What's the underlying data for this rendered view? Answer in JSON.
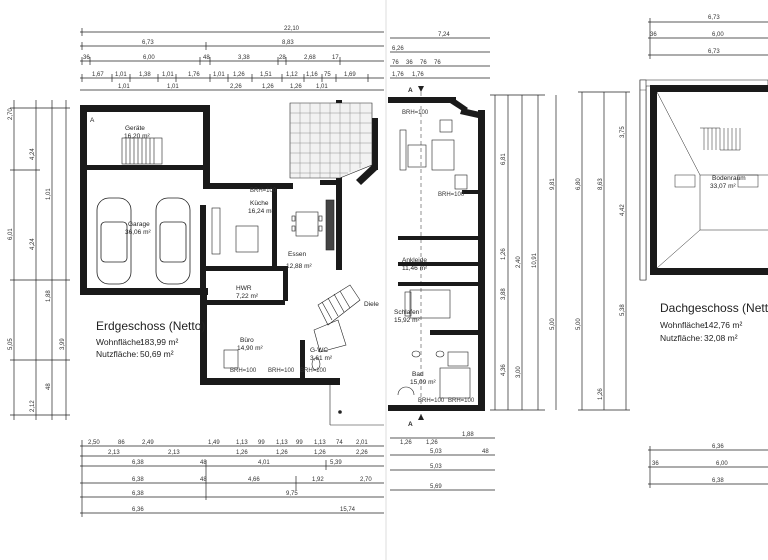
{
  "dims": {
    "top_row1": [
      "22,10"
    ],
    "top_row2": [
      "6,73",
      "8,83"
    ],
    "top_row3": [
      "36",
      "6,00",
      "48",
      "3,38",
      "28",
      "2,68",
      "17"
    ],
    "top_row4": [
      "1,67",
      "1,01",
      "1,38",
      "1,01",
      "1,76",
      "1,01",
      "1,26",
      "1,51",
      "1,12",
      "1,16",
      "75",
      "1,69"
    ],
    "top_row5": [
      "1,01",
      "1,01",
      "2,26",
      "1,26",
      "1,26",
      "1,01"
    ],
    "mid_top": [
      "7,24",
      "6,26",
      "76",
      "36",
      "76",
      "76",
      "1,76",
      "1,76"
    ],
    "right_top": [
      "6,73",
      "6,00",
      "36",
      "6,73"
    ],
    "left_side": [
      "2,70",
      "4,24",
      "6,01",
      "4,24",
      "1,01",
      "3,99",
      "5,05",
      "2,12",
      "48",
      "1,88"
    ],
    "mid_side": [
      "6,81",
      "1,26",
      "2,40",
      "3,88",
      "10,91",
      "3,00",
      "4,36",
      "9,81",
      "5,00"
    ],
    "right_side": [
      "3,75",
      "6,80",
      "8,63",
      "4,42",
      "5,38",
      "5,00",
      "1,26"
    ],
    "bot_row1": [
      "2,50",
      "86",
      "2,49",
      "1,49",
      "1,13",
      "99",
      "1,13",
      "99",
      "1,13",
      "74",
      "2,01"
    ],
    "bot_row2": [
      "2,13",
      "2,13",
      "1,26",
      "1,26",
      "1,26",
      "2,26"
    ],
    "bot_row3": [
      "6,38",
      "48",
      "4,01",
      "5,39"
    ],
    "bot_row4": [
      "6,38",
      "48",
      "4,66",
      "1,92",
      "2,70"
    ],
    "bot_row5": [
      "6,38",
      "9,75"
    ],
    "bot_row6": [
      "6,36",
      "15,74"
    ],
    "mid_bot": [
      "1,26",
      "1,26",
      "1,88",
      "5,03",
      "48",
      "5,03",
      "5,69"
    ],
    "right_bot": [
      "6,36",
      "6,00",
      "36",
      "6,38"
    ]
  },
  "rooms": {
    "geraete": {
      "name": "Geräte",
      "area": "16,20 m²"
    },
    "garage": {
      "name": "Garage",
      "area": "36,06 m²"
    },
    "kueche": {
      "name": "Küche",
      "area": "16,24 m²"
    },
    "essen": {
      "name": "Essen",
      "area": "12,88 m²"
    },
    "hwr": {
      "name": "HWR",
      "area": "7,22 m²"
    },
    "buero": {
      "name": "Büro",
      "area": "14,90 m²"
    },
    "gwc": {
      "name": "G-WC",
      "area": "3,61 m²"
    },
    "diele": {
      "name": "Diele"
    },
    "ankleide": {
      "name": "Ankleide",
      "area": "11,46 m²"
    },
    "schlafen": {
      "name": "Schlafen",
      "area": "15,92 m²"
    },
    "bad": {
      "name": "Bad",
      "area": "15,09 m²"
    },
    "bodenraum": {
      "name": "Bodenraum",
      "area": "33,07 m²"
    }
  },
  "eg": {
    "title": "Erdgeschoss (Netto)",
    "wohn_label": "Wohnfläche:",
    "wohn_value": "183,99 m²",
    "nutz_label": "Nutzfläche:",
    "nutz_value": "50,69 m²"
  },
  "dg": {
    "title": "Dachgeschoss (Netto)",
    "wohn_label": "Wohnfläche:",
    "wohn_value": "142,76 m²",
    "nutz_label": "Nutzfläche:",
    "nutz_value": "32,08 m²"
  },
  "section_marker": "A",
  "brh_label": "BRH=100"
}
